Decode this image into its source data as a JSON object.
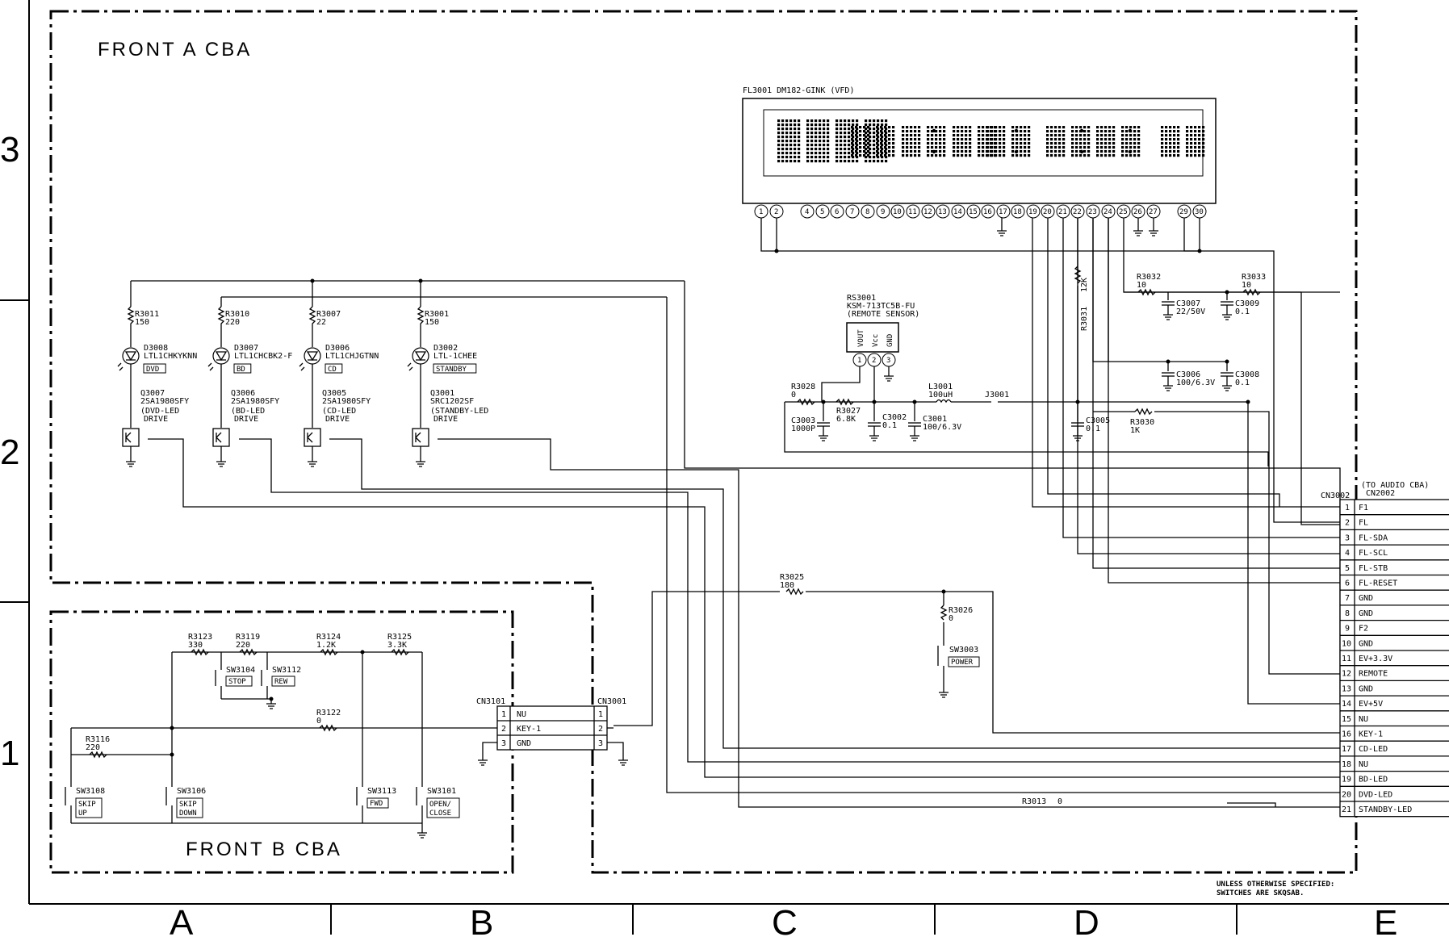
{
  "grid": {
    "columns": [
      "A",
      "B",
      "C",
      "D",
      "E"
    ],
    "rows": [
      "3",
      "2",
      "1"
    ]
  },
  "boards": {
    "front_a": "FRONT  A  CBA",
    "front_b": "FRONT  B  CBA"
  },
  "vfd": {
    "label": "FL3001  DM182-GINK   (VFD)",
    "pins": [
      "1",
      "2",
      "4",
      "5",
      "6",
      "7",
      "8",
      "9",
      "10",
      "11",
      "12",
      "13",
      "14",
      "15",
      "16",
      "17",
      "18",
      "19",
      "20",
      "21",
      "22",
      "23",
      "24",
      "25",
      "26",
      "27",
      "29",
      "30"
    ]
  },
  "remote_sensor": {
    "ref": "RS3001",
    "part": "KSM-713TC5B-FU",
    "desc": "(REMOTE SENSOR)",
    "pins": [
      "VOUT",
      "Vcc",
      "GND"
    ],
    "pin_numbers": [
      "1",
      "2",
      "3"
    ]
  },
  "leds": [
    {
      "res": "R3011",
      "res_val": "150",
      "diode": "D3008",
      "diode_part": "LTL1CHKYKNN",
      "tag": "DVD",
      "q": "Q3007",
      "q_part": "2SA1980SFY",
      "drive1": "(DVD-LED",
      "drive2": "DRIVE"
    },
    {
      "res": "R3010",
      "res_val": "220",
      "diode": "D3007",
      "diode_part": "LTL1CHCBK2-F",
      "tag": "BD",
      "q": "Q3006",
      "q_part": "2SA1980SFY",
      "drive1": "(BD-LED",
      "drive2": "DRIVE"
    },
    {
      "res": "R3007",
      "res_val": "22",
      "diode": "D3006",
      "diode_part": "LTL1CHJGTNN",
      "tag": "CD",
      "q": "Q3005",
      "q_part": "2SA1980SFY",
      "drive1": "(CD-LED",
      "drive2": "DRIVE"
    },
    {
      "res": "R3001",
      "res_val": "150",
      "diode": "D3002",
      "diode_part": "LTL-1CHEE",
      "tag": "STANDBY",
      "q": "Q3001",
      "q_part": "SRC1202SF",
      "drive1": "(STANDBY-LED",
      "drive2": "DRIVE"
    }
  ],
  "components": {
    "r3032": {
      "ref": "R3032",
      "val": "10"
    },
    "r3033": {
      "ref": "R3033",
      "val": "10"
    },
    "c3007": {
      "ref": "C3007",
      "val": "22/50V"
    },
    "c3009": {
      "ref": "C3009",
      "val": "0.1"
    },
    "r3031": {
      "ref": "R3031",
      "val": "12K"
    },
    "c3006": {
      "ref": "C3006",
      "val": "100/6.3V"
    },
    "c3008": {
      "ref": "C3008",
      "val": "0.1"
    },
    "r3028": {
      "ref": "R3028",
      "val": "0"
    },
    "r3027": {
      "ref": "R3027",
      "val": "6.8K"
    },
    "c3003": {
      "ref": "C3003",
      "val": "1000P"
    },
    "c3002": {
      "ref": "C3002",
      "val": "0.1"
    },
    "c3001": {
      "ref": "C3001",
      "val": "100/6.3V"
    },
    "l3001": {
      "ref": "L3001",
      "val": "100uH"
    },
    "j3001": {
      "ref": "J3001"
    },
    "c3005": {
      "ref": "C3005",
      "val": "0.1"
    },
    "r3030": {
      "ref": "R3030",
      "val": "1K"
    },
    "r3025": {
      "ref": "R3025",
      "val": "180"
    },
    "r3026": {
      "ref": "R3026",
      "val": "0"
    },
    "sw3003": {
      "ref": "SW3003",
      "tag": "POWER"
    },
    "r3013": {
      "ref": "R3013",
      "val": "0"
    }
  },
  "front_b": {
    "r3123": {
      "ref": "R3123",
      "val": "330"
    },
    "r3119": {
      "ref": "R3119",
      "val": "220"
    },
    "r3124": {
      "ref": "R3124",
      "val": "1.2K"
    },
    "r3125": {
      "ref": "R3125",
      "val": "3.3K"
    },
    "r3122": {
      "ref": "R3122",
      "val": "0"
    },
    "r3116": {
      "ref": "R3116",
      "val": "220"
    },
    "sw3104": {
      "ref": "SW3104",
      "tag": "STOP"
    },
    "sw3112": {
      "ref": "SW3112",
      "tag": "REW"
    },
    "sw3108": {
      "ref": "SW3108",
      "tag1": "SKIP",
      "tag2": "UP"
    },
    "sw3106": {
      "ref": "SW3106",
      "tag1": "SKIP",
      "tag2": "DOWN"
    },
    "sw3113": {
      "ref": "SW3113",
      "tag": "FWD"
    },
    "sw3101": {
      "ref": "SW3101",
      "tag1": "OPEN/",
      "tag2": "CLOSE"
    }
  },
  "cn3101": {
    "ref": "CN3101",
    "pins": [
      {
        "num": "1",
        "name": "NU"
      },
      {
        "num": "2",
        "name": "KEY-1"
      },
      {
        "num": "3",
        "name": "GND"
      }
    ]
  },
  "cn3001": {
    "ref": "CN3001",
    "pins": [
      "1",
      "2",
      "3"
    ]
  },
  "cn3002": {
    "ref": "CN3002",
    "to_label": "(TO AUDIO CBA)",
    "to_ref": "CN2002",
    "pins": [
      {
        "num": "1",
        "name": "F1"
      },
      {
        "num": "2",
        "name": "FL"
      },
      {
        "num": "3",
        "name": "FL-SDA"
      },
      {
        "num": "4",
        "name": "FL-SCL"
      },
      {
        "num": "5",
        "name": "FL-STB"
      },
      {
        "num": "6",
        "name": "FL-RESET"
      },
      {
        "num": "7",
        "name": "GND"
      },
      {
        "num": "8",
        "name": "GND"
      },
      {
        "num": "9",
        "name": "F2"
      },
      {
        "num": "10",
        "name": "GND"
      },
      {
        "num": "11",
        "name": "EV+3.3V"
      },
      {
        "num": "12",
        "name": "REMOTE"
      },
      {
        "num": "13",
        "name": "GND"
      },
      {
        "num": "14",
        "name": "EV+5V"
      },
      {
        "num": "15",
        "name": "NU"
      },
      {
        "num": "16",
        "name": "KEY-1"
      },
      {
        "num": "17",
        "name": "CD-LED"
      },
      {
        "num": "18",
        "name": "NU"
      },
      {
        "num": "19",
        "name": "BD-LED"
      },
      {
        "num": "20",
        "name": "DVD-LED"
      },
      {
        "num": "21",
        "name": "STANDBY-LED"
      }
    ]
  },
  "note": {
    "line1": "UNLESS OTHERWISE SPECIFIED:",
    "line2": "SWITCHES ARE SKQSAB."
  }
}
